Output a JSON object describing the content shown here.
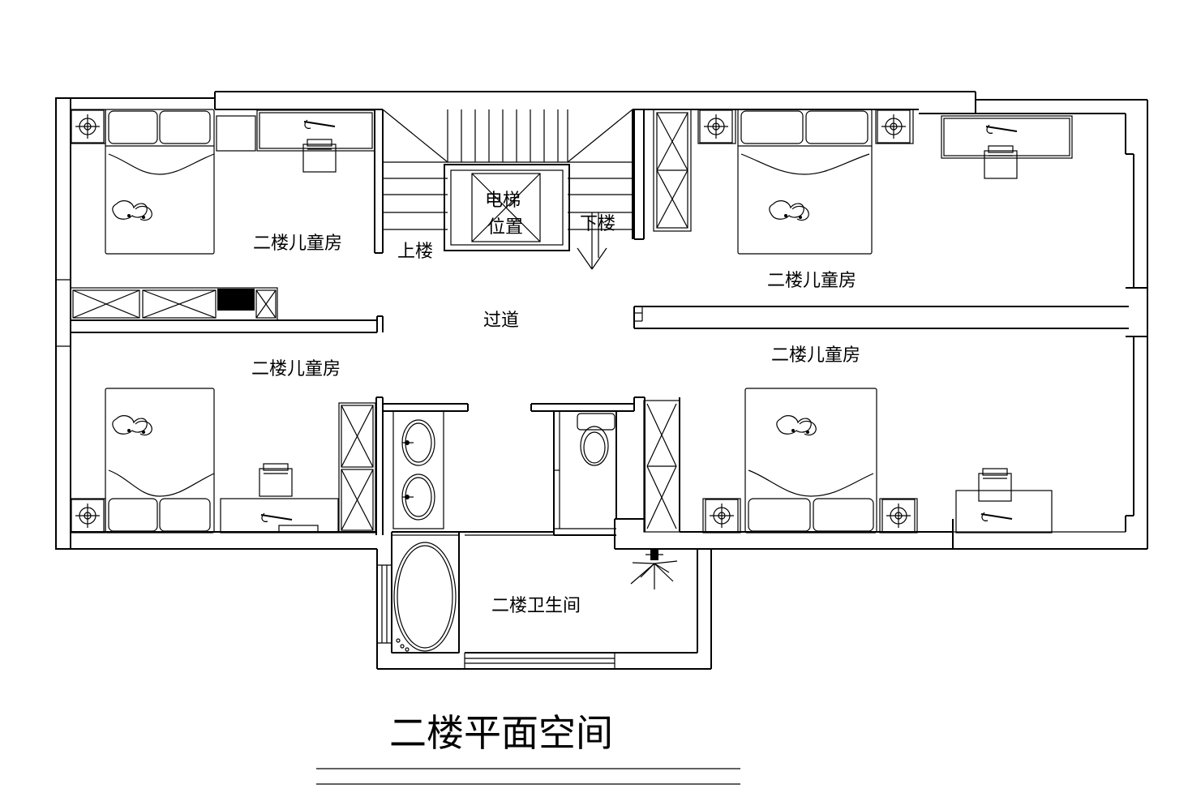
{
  "labels": {
    "room_nw": "二楼儿童房",
    "room_ne": "二楼儿童房",
    "room_sw": "二楼儿童房",
    "room_se": "二楼儿童房",
    "elevator_line1": "电梯",
    "elevator_line2": "位置",
    "stairs_up": "上楼",
    "stairs_down": "下楼",
    "corridor": "过道",
    "bathroom": "二楼卫生间"
  },
  "title": "二楼平面空间"
}
